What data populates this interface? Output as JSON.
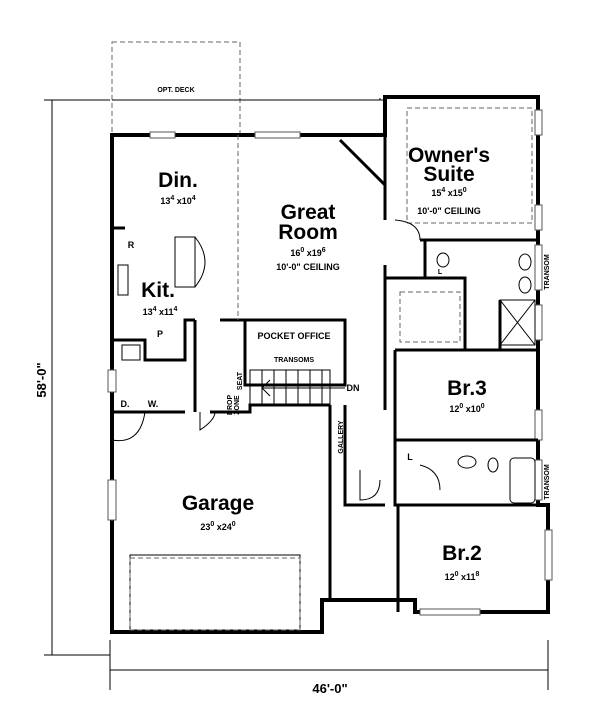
{
  "overall": {
    "depth": "58'-0\"",
    "width": "46'-0\""
  },
  "rooms": {
    "dining": {
      "name": "Din.",
      "w": "13",
      "wi": "4",
      "h": "10",
      "hi": "4"
    },
    "great_room": {
      "name1": "Great",
      "name2": "Room",
      "w": "16",
      "wi": "0",
      "h": "19",
      "hi": "6",
      "ceiling": "10'-0\" CEILING"
    },
    "kitchen": {
      "name": "Kit.",
      "w": "13",
      "wi": "4",
      "h": "11",
      "hi": "4"
    },
    "owners_suite": {
      "name1": "Owner's",
      "name2": "Suite",
      "w": "15",
      "wi": "4",
      "h": "15",
      "hi": "0",
      "ceiling": "10'-0\" CEILING"
    },
    "br3": {
      "name": "Br.3",
      "w": "12",
      "wi": "0",
      "h": "10",
      "hi": "0"
    },
    "br2": {
      "name": "Br.2",
      "w": "12",
      "wi": "0",
      "h": "11",
      "hi": "8"
    },
    "garage": {
      "name": "Garage",
      "w": "23",
      "wi": "0",
      "h": "24",
      "hi": "0"
    }
  },
  "labels": {
    "deck": "OPT. DECK",
    "pocket_office": "POCKET OFFICE",
    "transoms": "TRANSOMS",
    "down": "DN",
    "drop_zone1": "DROP",
    "drop_zone2": "ZONE",
    "seat": "SEAT",
    "gallery": "GALLERY",
    "refrigerator": "R",
    "pantry": "P",
    "dryer": "D.",
    "washer": "W.",
    "linen1": "L",
    "linen2": "L",
    "transom1": "TRANSOM",
    "transom2": "TRANSOM"
  }
}
